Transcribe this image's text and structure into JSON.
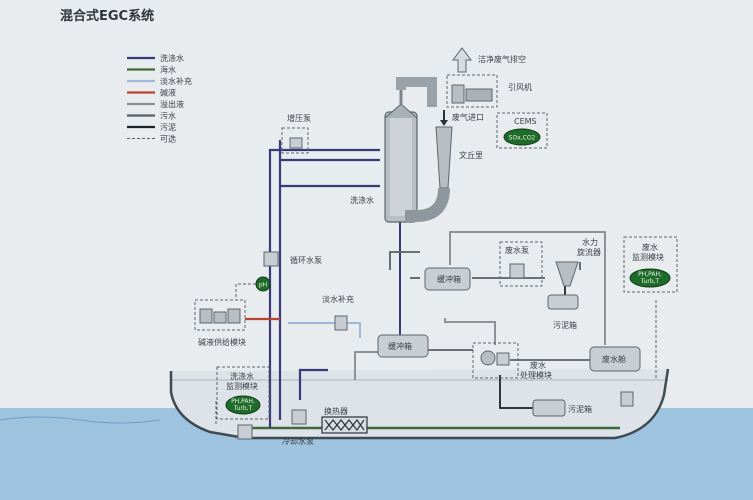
{
  "title": "混合式EGC系统",
  "legend": [
    {
      "label": "洗涤水",
      "color": "#3a3a7a",
      "dashed": false
    },
    {
      "label": "海水",
      "color": "#3d6b3a",
      "dashed": false
    },
    {
      "label": "淡水补充",
      "color": "#9fb7d8",
      "dashed": false
    },
    {
      "label": "碱液",
      "color": "#b8432f",
      "dashed": false
    },
    {
      "label": "溢出液",
      "color": "#8e9296",
      "dashed": false
    },
    {
      "label": "污水",
      "color": "#5a6066",
      "dashed": false
    },
    {
      "label": "污泥",
      "color": "#1f2326",
      "dashed": false
    },
    {
      "label": "可选",
      "color": "#5a6066",
      "dashed": true
    }
  ],
  "labels": {
    "clean_exhaust": "洁净废气排空",
    "fan": "引风机",
    "exhaust_inlet": "废气进口",
    "cems": "CEMS",
    "cems_badge": "SOx,CO2",
    "venturi": "文丘里",
    "booster_pump": "增压泵",
    "wash_water": "洗涤水",
    "circ_pump": "循环水泵",
    "ph_badge": "pH",
    "alkali_module": "碱液供给模块",
    "fresh_water": "淡水补充",
    "buffer_tank_upper": "缓冲箱",
    "waste_pump": "废水泵",
    "hydrocyclone": "水力\n旋流器",
    "sludge_tank_upper": "污泥箱",
    "buffer_tank_lower": "缓冲箱",
    "wastewater_treatment": "废水\n处理模块",
    "waste_tank": "废水舱",
    "waste_monitor": "废水\n监测模块",
    "waste_monitor_badge": "PH,PAH,\nTurb,T",
    "wash_monitor": "洗涤水\n监测模块",
    "wash_monitor_badge": "PH,PAH,\nTurb,T",
    "heat_exchanger": "换热器",
    "cooling_pump": "冷却水泵",
    "sludge_tank_lower": "污泥箱"
  }
}
